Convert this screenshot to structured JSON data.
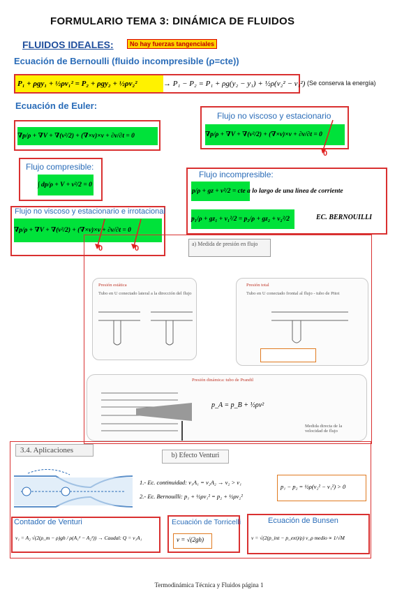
{
  "title": "FORMULARIO TEMA 3: DINÁMICA DE FLUIDOS",
  "ideal": {
    "heading": "FLUIDOS IDEALES:",
    "note": "No hay fuerzas tangenciales"
  },
  "bernoulli": {
    "heading": "Ecuación de Bernoulli (fluido incompresible (ρ=cte))",
    "eq_left": "P₁ + ρgy₁ + ½ρv₁² = P₂ + ρgy₂ + ½ρv₂²",
    "eq_right": "→ P₁ − P₂ = P₁ + ρg(y₂ − y₁) + ½ρ(v₂² − v₁²)",
    "remark": "(Se conserva la energía)"
  },
  "euler": {
    "heading": "Ecuación de Euler:",
    "general": "∇p/ρ + ∇V + ∇(v²/2) + (∇×v)×v + ∂v/∂t = 0",
    "viscous_label": "Flujo no viscoso y estacionario",
    "viscous_eq": "∇p/ρ + ∇V + ∇(v²/2) + (∇×v)×v + ∂v/∂t = 0",
    "zero": "0",
    "compressible_label": "Flujo compresible:",
    "compressible_eq": "∫ dp/ρ + V + v²/2 = 0",
    "incompressible_label": "Flujo incompresible:",
    "incompressible_eq1": "p/ρ + gz + v²/2 = cte a lo largo de una línea de corriente",
    "incompressible_eq2": "p₁/ρ + gz₁ + v₁²/2 = p₂/ρ + gz₂ + v₂²/2",
    "bernoulli_tag": "EC. BERNOUILLI",
    "irrotational_label": "Flujo no viscoso y estacionario e irrotacional",
    "irrotational_eq": "∇p/ρ + ∇V + ∇(v²/2) + (∇×v)×v + ∂v/∂t = 0"
  },
  "measure": {
    "title": "a) Medida de presión en flujo",
    "static": "Presión estática",
    "static_desc": "Tubo en U conectado lateral a la dirección del flujo",
    "total": "Presión total",
    "total_desc": "Tubo en U conectado frontal al flujo - tubo de Pitot",
    "dynamic": "Presión dinámica: tubo de Prandtl",
    "eq_pa": "p_A = p_B + ½ρv²",
    "eq_direct": "Medida directa de la velocidad de flujo"
  },
  "apps": {
    "heading": "3.4. Aplicaciones",
    "venturi_title": "b) Efecto Venturi",
    "cont": "1.- Ec. continuidad:  v₁A₁ = v₂A₂ → v₂ > v₁",
    "bern": "2.- Ec. Bernouilli: p₁ + ½ρv₁² = p₂ + ½ρv₂²",
    "result": "p₁ − p₂ = ½ρ(v₂² − v₁²) > 0",
    "counter_label": "Contador de Venturi",
    "counter_eq": "v₁ = A₂ √(2(ρ_m − ρ)gh / ρ(A₁² − A₂²))  →  Caudal: Q = v₁A₁",
    "torricelli_label": "Ecuación de Torricelli",
    "torricelli_eq": "v = √(2gh)",
    "bunsen_label": "Ecuación de Bunsen",
    "bunsen_eq": "v = √(2(p_int − p_ext)/ρ)   v_ρ medio ∝ 1/√M"
  },
  "footer": "Termodinámica Técnica y Fluidos página 1"
}
